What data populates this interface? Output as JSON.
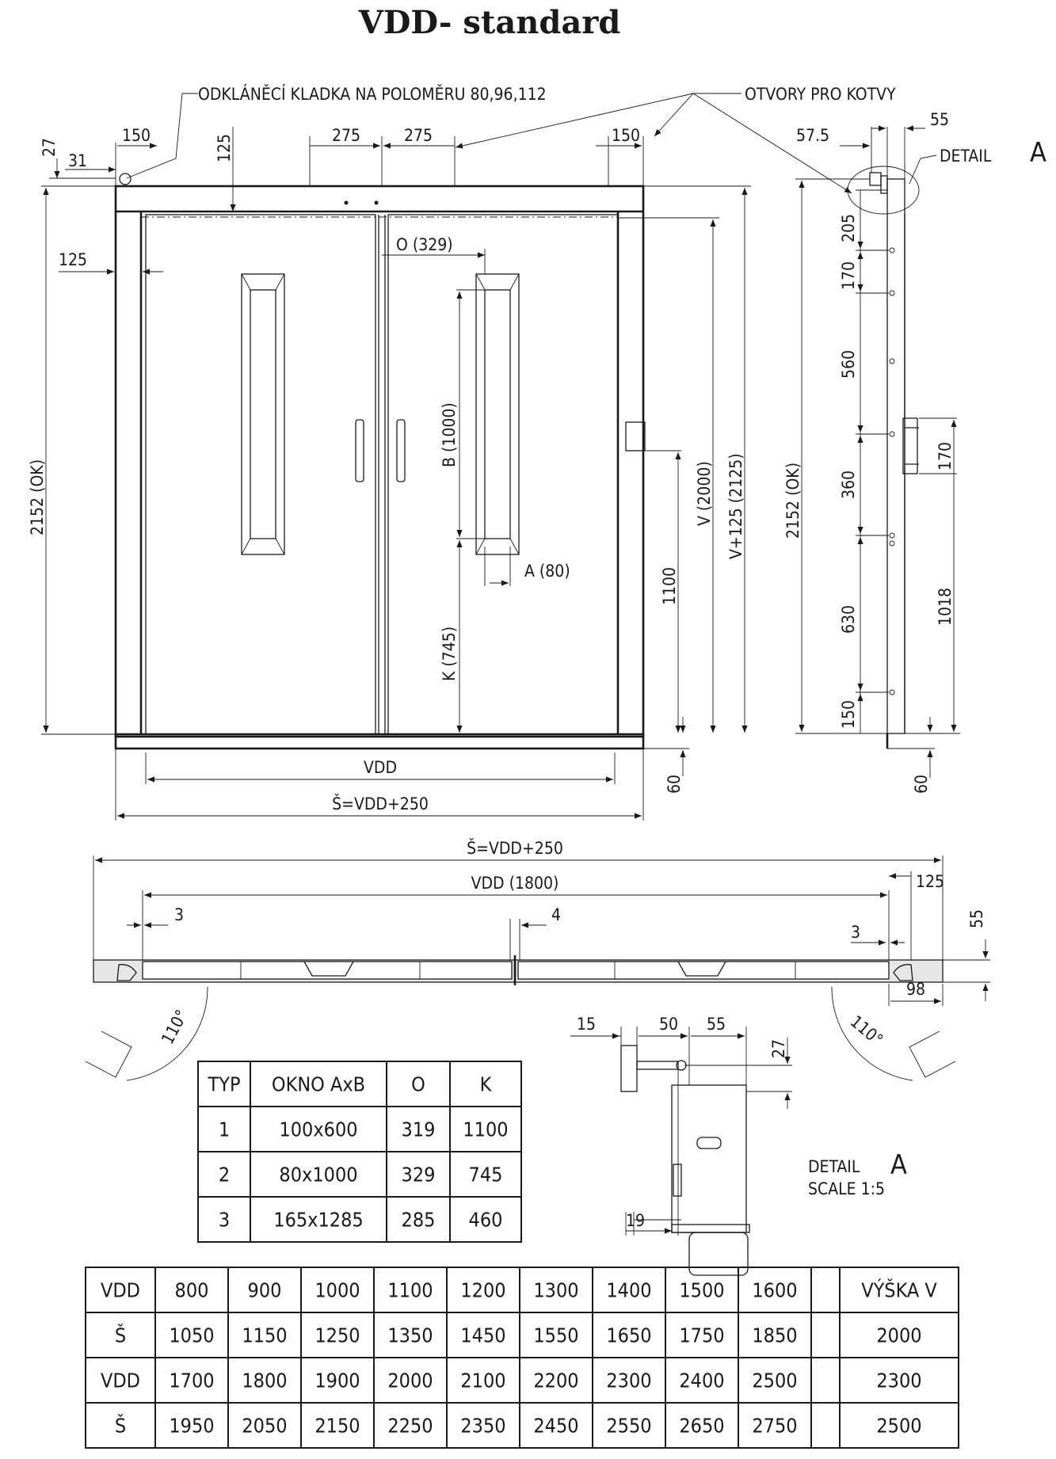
{
  "title": "VDD- standard",
  "callouts": {
    "roller": "ODKLÁNĚCÍ KLADKA NA POLOMĚRU 80,96,112",
    "anchors": "OTVORY PRO KOTVY",
    "detail_ref": "DETAIL",
    "detail_letter": "A"
  },
  "front_view": {
    "d27": "27",
    "d31": "31",
    "d150_left": "150",
    "d125_top": "125",
    "d275_a": "275",
    "d275_b": "275",
    "d150_right": "150",
    "d125_side": "125",
    "o_dim": "O (329)",
    "b_dim": "B (1000)",
    "a_dim": "A (80)",
    "k_dim": "K (745)",
    "h1100": "1100",
    "v_dim": "V (2000)",
    "v125_dim": "V+125 (2125)",
    "h_total": "2152 (OK)",
    "vdd": "VDD",
    "s_width": "Š=VDD+250",
    "d60": "60"
  },
  "side_view": {
    "d57_5": "57.5",
    "d55": "55",
    "d205": "205",
    "d170_a": "170",
    "d560": "560",
    "d360": "360",
    "d630": "630",
    "d150": "150",
    "h_total": "2152 (OK)",
    "d170_b": "170",
    "d1018": "1018",
    "d60": "60"
  },
  "plan_view": {
    "s_width": "Š=VDD+250",
    "vdd": "VDD (1800)",
    "d125": "125",
    "d3_left": "3",
    "d4": "4",
    "d3_right": "3",
    "d55": "55",
    "d98": "98",
    "angle_left": "110°",
    "angle_right": "110°"
  },
  "detail_a": {
    "d15": "15",
    "d50": "50",
    "d55": "55",
    "d27": "27",
    "d19": "19",
    "label": "DETAIL",
    "letter": "A",
    "scale": "SCALE 1:5"
  },
  "window_table": {
    "headers": [
      "TYP",
      "OKNO AxB",
      "O",
      "K"
    ],
    "rows": [
      [
        "1",
        "100x600",
        "319",
        "1100"
      ],
      [
        "2",
        "80x1000",
        "329",
        "745"
      ],
      [
        "3",
        "165x1285",
        "285",
        "460"
      ]
    ]
  },
  "size_table": {
    "rows": [
      [
        "VDD",
        "800",
        "900",
        "1000",
        "1100",
        "1200",
        "1300",
        "1400",
        "1500",
        "1600",
        "",
        "VÝŠKA V"
      ],
      [
        "Š",
        "1050",
        "1150",
        "1250",
        "1350",
        "1450",
        "1550",
        "1650",
        "1750",
        "1850",
        "",
        "2000"
      ],
      [
        "VDD",
        "1700",
        "1800",
        "1900",
        "2000",
        "2100",
        "2200",
        "2300",
        "2400",
        "2500",
        "",
        "2300"
      ],
      [
        "Š",
        "1950",
        "2050",
        "2150",
        "2250",
        "2350",
        "2450",
        "2550",
        "2650",
        "2750",
        "",
        "2500"
      ]
    ]
  }
}
